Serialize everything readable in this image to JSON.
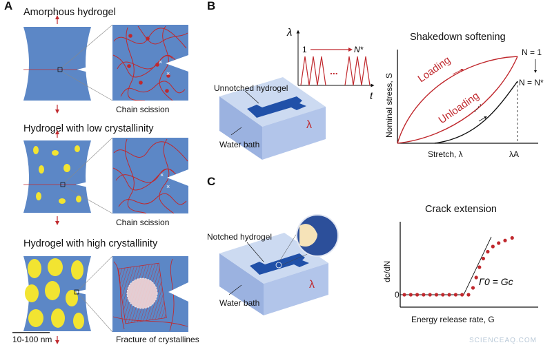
{
  "panel_a": {
    "letter": "A",
    "amorphous_title": "Amorphous hydrogel",
    "low_title": "Hydrogel with low crystallinity",
    "high_title": "Hydrogel with high crystallinity",
    "caption_amorphous": "Chain scission",
    "caption_low": "Chain scission",
    "caption_high": "Fracture of crystallines",
    "scale_label": "10-100 nm"
  },
  "panel_b": {
    "letter": "B",
    "specimen_label": "Unnotched hydrogel",
    "bath_label": "Water bath",
    "lambda_symbol": "λ",
    "inset_y": "λ",
    "inset_x": "t",
    "inset_start": "1",
    "inset_end": "N*",
    "inset_dots": "...",
    "plot_title": "Shakedown softening",
    "ylabel": "Nominal stress, S",
    "xlabel": "Stretch, λ",
    "x_marker": "λA",
    "loading": "Loading",
    "unloading": "Unloading",
    "n1": "N = 1",
    "nstar": "N = N*"
  },
  "panel_c": {
    "letter": "C",
    "specimen_label": "Notched hydrogel",
    "bath_label": "Water bath",
    "lambda_symbol": "λ",
    "plot_title": "Crack extension",
    "ylabel": "dc/dN",
    "xlabel": "Energy release rate, G",
    "zero": "0",
    "threshold": "Γ0 = Gc"
  },
  "watermark": "SCIENCEAQ.COM",
  "colors": {
    "gel": "#5c87c6",
    "gel_dark": "#2b5fae",
    "chain": "#c0282d",
    "crystal": "#f2e431",
    "bath": "#a9bde4"
  },
  "chart_data": {
    "type": "scatter",
    "title": "Crack extension",
    "xlabel": "Energy release rate, G",
    "ylabel": "dc/dN",
    "points": [
      [
        1,
        0
      ],
      [
        2,
        0
      ],
      [
        3,
        0
      ],
      [
        4,
        0
      ],
      [
        5,
        0
      ],
      [
        6,
        0
      ],
      [
        7,
        0
      ],
      [
        8,
        0
      ],
      [
        9,
        0
      ],
      [
        10,
        0
      ],
      [
        11,
        0
      ],
      [
        11.7,
        0.8
      ],
      [
        12.2,
        2.0
      ],
      [
        12.7,
        3.2
      ],
      [
        13.3,
        4.2
      ],
      [
        14.0,
        5.0
      ],
      [
        14.8,
        5.6
      ],
      [
        15.7,
        6.0
      ],
      [
        16.7,
        6.3
      ],
      [
        17.8,
        6.6
      ]
    ]
  }
}
